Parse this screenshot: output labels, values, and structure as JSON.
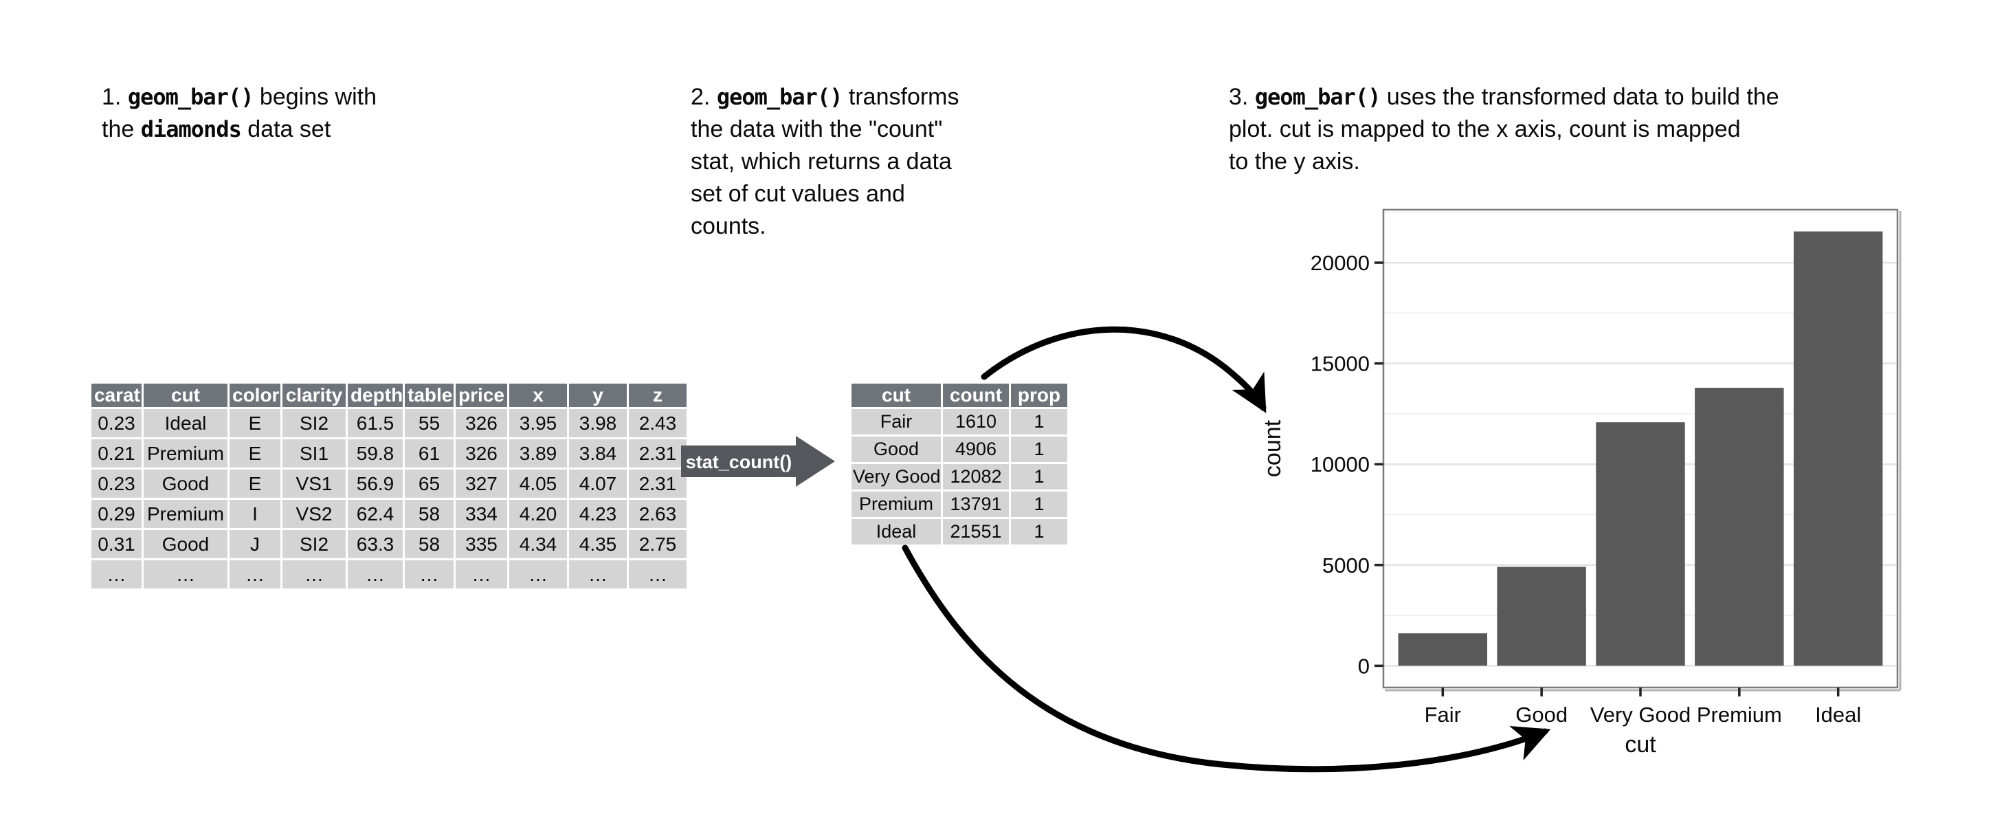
{
  "page": {
    "background": "#ffffff"
  },
  "annotations": [
    {
      "id": "step-1",
      "lines": [
        [
          {
            "t": "1. "
          },
          {
            "t": "geom_bar()",
            "code": true
          },
          {
            "t": " begins with"
          }
        ],
        [
          {
            "t": "the "
          },
          {
            "t": "diamonds",
            "code": true
          },
          {
            "t": " data set"
          }
        ]
      ]
    },
    {
      "id": "step-2",
      "lines": [
        [
          {
            "t": "2. "
          },
          {
            "t": "geom_bar()",
            "code": true
          },
          {
            "t": " transforms"
          }
        ],
        [
          {
            "t": "the data with the \"count\""
          }
        ],
        [
          {
            "t": "stat, which returns a data"
          }
        ],
        [
          {
            "t": "set of cut values and"
          }
        ],
        [
          {
            "t": "counts."
          }
        ]
      ]
    },
    {
      "id": "step-3",
      "lines": [
        [
          {
            "t": "3. "
          },
          {
            "t": "geom_bar()",
            "code": true
          },
          {
            "t": " uses the transformed data to build the"
          }
        ],
        [
          {
            "t": "plot. cut is mapped to the x axis, count is mapped"
          }
        ],
        [
          {
            "t": "to the y axis."
          }
        ]
      ]
    }
  ],
  "diamonds_table": {
    "headers": [
      "carat",
      "cut",
      "color",
      "clarity",
      "depth",
      "table",
      "price",
      "x",
      "y",
      "z"
    ],
    "rows": [
      [
        "0.23",
        "Ideal",
        "E",
        "SI2",
        "61.5",
        "55",
        "326",
        "3.95",
        "3.98",
        "2.43"
      ],
      [
        "0.21",
        "Premium",
        "E",
        "SI1",
        "59.8",
        "61",
        "326",
        "3.89",
        "3.84",
        "2.31"
      ],
      [
        "0.23",
        "Good",
        "E",
        "VS1",
        "56.9",
        "65",
        "327",
        "4.05",
        "4.07",
        "2.31"
      ],
      [
        "0.29",
        "Premium",
        "I",
        "VS2",
        "62.4",
        "58",
        "334",
        "4.20",
        "4.23",
        "2.63"
      ],
      [
        "0.31",
        "Good",
        "J",
        "SI2",
        "63.3",
        "58",
        "335",
        "4.34",
        "4.35",
        "2.75"
      ],
      [
        "…",
        "…",
        "…",
        "…",
        "…",
        "…",
        "…",
        "…",
        "…",
        "…"
      ]
    ],
    "header_bg": "#6f747b",
    "body_bg": "#d4d4d4"
  },
  "stat_arrow": {
    "label": "stat_count()",
    "color": "#54575b",
    "text_color": "#ffffff"
  },
  "count_table": {
    "headers": [
      "cut",
      "count",
      "prop"
    ],
    "rows": [
      [
        "Fair",
        "1610",
        "1"
      ],
      [
        "Good",
        "4906",
        "1"
      ],
      [
        "Very Good",
        "12082",
        "1"
      ],
      [
        "Premium",
        "13791",
        "1"
      ],
      [
        "Ideal",
        "21551",
        "1"
      ]
    ],
    "header_bg": "#6f747b",
    "body_bg": "#d4d4d4"
  },
  "chart_data": {
    "type": "bar",
    "categories": [
      "Fair",
      "Good",
      "Very Good",
      "Premium",
      "Ideal"
    ],
    "values": [
      1610,
      4906,
      12082,
      13791,
      21551
    ],
    "title": "",
    "xlabel": "cut",
    "ylabel": "count",
    "yticks": [
      0,
      5000,
      10000,
      15000,
      20000
    ],
    "yminor": [
      2500,
      7500,
      12500,
      17500,
      22500
    ],
    "ylim": [
      0,
      21551
    ],
    "ylim_panel": [
      -1078,
      22629
    ],
    "grid": true,
    "legend_position": "none",
    "bar_fill": "#595959",
    "grid_major_color": "#e3e3e3",
    "grid_minor_color": "#f1f1f1",
    "panel_border_color": "#7a7a7a",
    "tick_color": "#222222",
    "label_color": "#0a0a0a"
  }
}
